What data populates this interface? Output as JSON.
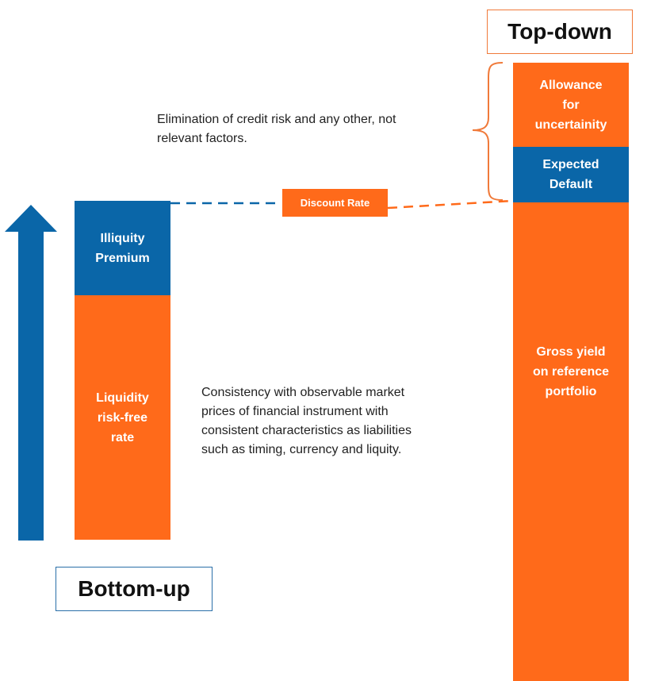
{
  "colors": {
    "orange": "#ff6a1a",
    "blue": "#0a66a8"
  },
  "labels": {
    "top_down": "Top-down",
    "bottom_up": "Bottom-up"
  },
  "left_stack": {
    "premium": "Illiquity\nPremium",
    "risk_free": "Liquidity\nrisk-free\nrate"
  },
  "right_stack": {
    "allowance": "Allowance\nfor\nuncertainity",
    "expected_default": "Expected\nDefault",
    "gross_yield": "Gross yield\non reference\nportfolio"
  },
  "discount_rate": "Discount Rate",
  "notes": {
    "credit_risk": "Elimination of credit risk and any other, not\nrelevant factors.",
    "consistency": "Consistency with observable market\nprices of financial instrument with\nconsistent characteristics as liabilities\nsuch as timing, currency and liquity."
  },
  "icons": {
    "arrow": "up-arrow-icon",
    "brace": "curly-brace-icon"
  }
}
